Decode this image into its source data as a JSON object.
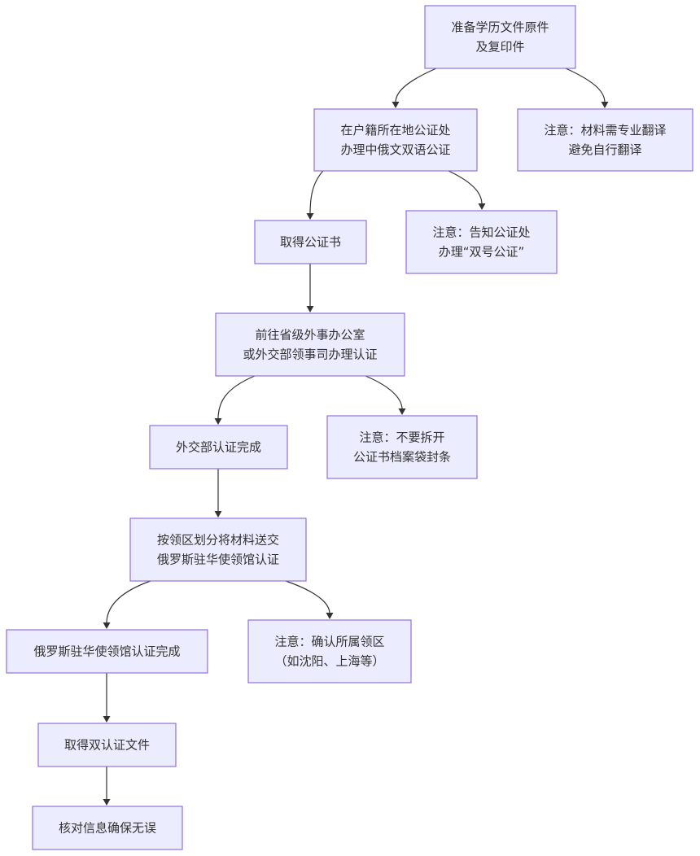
{
  "nodes": [
    {
      "id": "prepare-originals",
      "lines": [
        "准备学历文件原件",
        "及复印件"
      ]
    },
    {
      "id": "note-translation",
      "lines": [
        "注意：材料需专业翻译",
        "避免自行翻译"
      ]
    },
    {
      "id": "notarize-local",
      "lines": [
        "在户籍所在地公证处",
        "办理中俄文双语公证"
      ]
    },
    {
      "id": "get-notary-certificate",
      "lines": [
        "取得公证书"
      ]
    },
    {
      "id": "note-double-notarization",
      "lines": [
        "注意：告知公证处",
        "办理“双号公证”"
      ]
    },
    {
      "id": "foreign-affairs-authentication",
      "lines": [
        "前往省级外事办公室",
        "或外交部领事司办理认证"
      ]
    },
    {
      "id": "mfa-authentication-done",
      "lines": [
        "外交部认证完成"
      ]
    },
    {
      "id": "note-seal",
      "lines": [
        "注意：不要拆开",
        "公证书档案袋封条"
      ]
    },
    {
      "id": "send-to-russian-consulate",
      "lines": [
        "按领区划分将材料送交",
        "俄罗斯驻华使领馆认证"
      ]
    },
    {
      "id": "consulate-authentication-done",
      "lines": [
        "俄罗斯驻华使领馆认证完成"
      ]
    },
    {
      "id": "note-consular-district",
      "lines": [
        "注意：确认所属领区",
        "（如沈阳、上海等）"
      ]
    },
    {
      "id": "get-double-authenticated-docs",
      "lines": [
        "取得双认证文件"
      ]
    },
    {
      "id": "verify-information",
      "lines": [
        "核对信息确保无误"
      ]
    }
  ],
  "edges": [
    {
      "from": "prepare-originals",
      "to": "notarize-local"
    },
    {
      "from": "prepare-originals",
      "to": "note-translation"
    },
    {
      "from": "notarize-local",
      "to": "get-notary-certificate"
    },
    {
      "from": "notarize-local",
      "to": "note-double-notarization"
    },
    {
      "from": "get-notary-certificate",
      "to": "foreign-affairs-authentication"
    },
    {
      "from": "foreign-affairs-authentication",
      "to": "mfa-authentication-done"
    },
    {
      "from": "foreign-affairs-authentication",
      "to": "note-seal"
    },
    {
      "from": "mfa-authentication-done",
      "to": "send-to-russian-consulate"
    },
    {
      "from": "send-to-russian-consulate",
      "to": "consulate-authentication-done"
    },
    {
      "from": "send-to-russian-consulate",
      "to": "note-consular-district"
    },
    {
      "from": "consulate-authentication-done",
      "to": "get-double-authenticated-docs"
    },
    {
      "from": "get-double-authenticated-docs",
      "to": "verify-information"
    }
  ],
  "colors": {
    "node_fill": "#ececff",
    "node_border": "#9370db",
    "text": "#333333",
    "edge": "#333333"
  }
}
